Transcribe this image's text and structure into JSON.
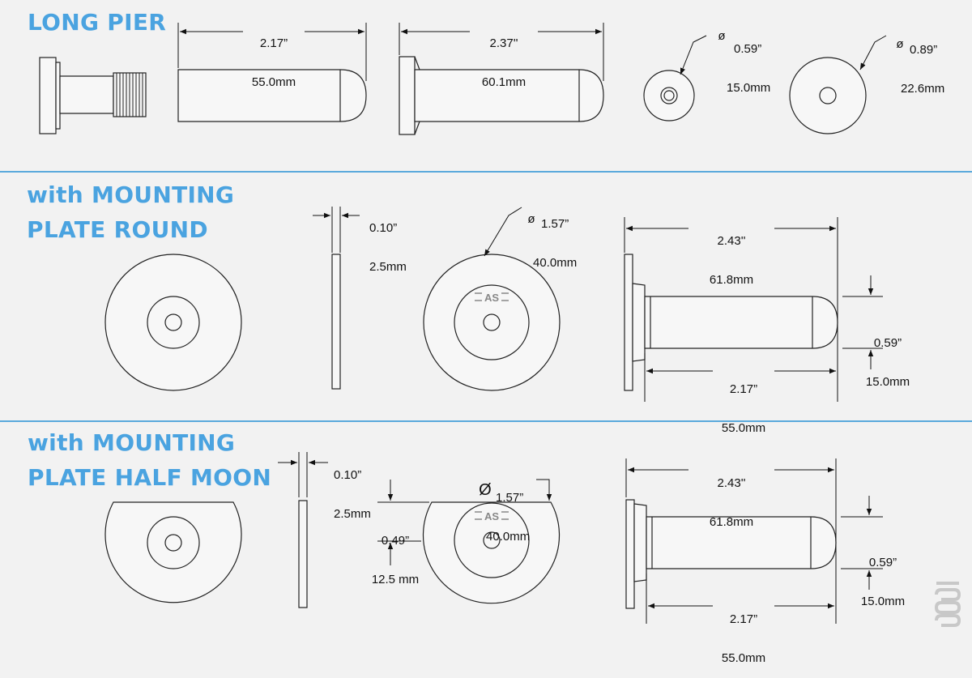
{
  "sections": {
    "long_pier": {
      "title": "LONG PIER",
      "dims": {
        "pier_length": {
          "imperial": "2.17”",
          "metric": "55.0mm"
        },
        "total_length": {
          "imperial": "2.37''",
          "metric": "60.1mm"
        },
        "pier_diameter": {
          "symbol": "ø",
          "imperial": "0.59”",
          "metric": "15.0mm"
        },
        "head_diameter": {
          "symbol": "ø",
          "imperial": "0.89”",
          "metric": "22.6mm"
        }
      }
    },
    "plate_round": {
      "title_line1": "with MOUNTING",
      "title_line2": "PLATE ROUND",
      "plate_mark": "AS",
      "dims": {
        "plate_thickness": {
          "imperial": "0.10”",
          "metric": "2.5mm"
        },
        "plate_diameter": {
          "symbol": "ø",
          "imperial": "1.57”",
          "metric": "40.0mm"
        },
        "total_length": {
          "imperial": "2.43''",
          "metric": "61.8mm"
        },
        "pier_diameter": {
          "imperial": "0.59”",
          "metric": "15.0mm"
        },
        "pier_length": {
          "imperial": "2.17”",
          "metric": "55.0mm"
        }
      }
    },
    "plate_half_moon": {
      "title_line1": "with MOUNTING",
      "title_line2": "PLATE HALF MOON",
      "plate_mark": "AS",
      "dims": {
        "plate_thickness": {
          "imperial": "0.10”",
          "metric": "2.5mm"
        },
        "cut_height": {
          "imperial": "0.49”",
          "metric": "12.5 mm"
        },
        "plate_diameter": {
          "symbol": "Ø",
          "imperial": "1.57”",
          "metric": "40.0mm"
        },
        "total_length": {
          "imperial": "2.43''",
          "metric": "61.8mm"
        },
        "pier_diameter": {
          "imperial": "0.59”",
          "metric": "15.0mm"
        },
        "pier_length": {
          "imperial": "2.17”",
          "metric": "55.0mm"
        }
      }
    }
  },
  "colors": {
    "title": "#4aa3e0",
    "divider": "#5aa9dc",
    "background": "#f2f2f2",
    "line": "#222222",
    "part_fill": "#f7f7f7"
  }
}
